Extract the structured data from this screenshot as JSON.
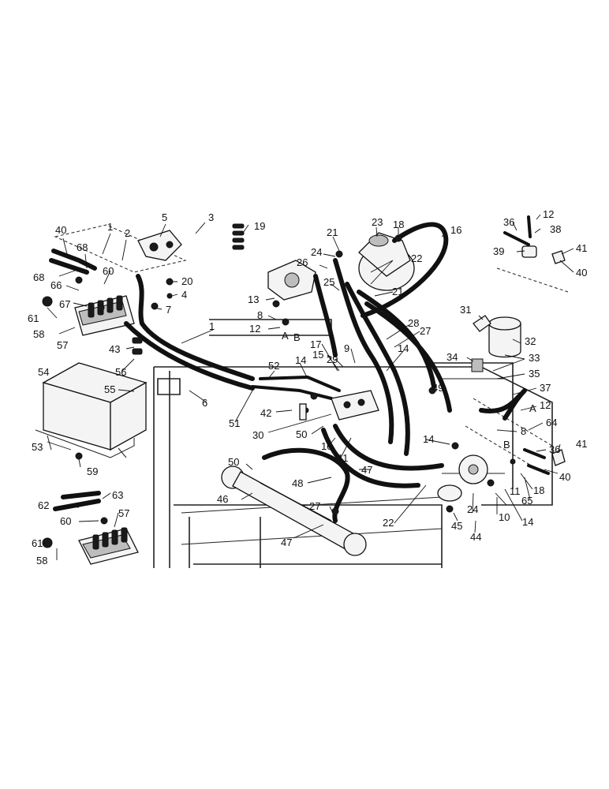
{
  "callouts": [
    {
      "id": "c40a",
      "text": "40"
    },
    {
      "id": "c1a",
      "text": "1"
    },
    {
      "id": "c2",
      "text": "2"
    },
    {
      "id": "c5",
      "text": "5"
    },
    {
      "id": "c3",
      "text": "3"
    },
    {
      "id": "c19",
      "text": "19"
    },
    {
      "id": "c68a",
      "text": "68"
    },
    {
      "id": "c68b",
      "text": "68"
    },
    {
      "id": "c60a",
      "text": "60"
    },
    {
      "id": "c20",
      "text": "20"
    },
    {
      "id": "c4",
      "text": "4"
    },
    {
      "id": "c66",
      "text": "66"
    },
    {
      "id": "c67",
      "text": "67"
    },
    {
      "id": "c61a",
      "text": "61"
    },
    {
      "id": "c7",
      "text": "7"
    },
    {
      "id": "c58a",
      "text": "58"
    },
    {
      "id": "c57a",
      "text": "57"
    },
    {
      "id": "c43",
      "text": "43"
    },
    {
      "id": "c1b",
      "text": "1"
    },
    {
      "id": "c56",
      "text": "56"
    },
    {
      "id": "c54",
      "text": "54"
    },
    {
      "id": "c55",
      "text": "55"
    },
    {
      "id": "c53",
      "text": "53"
    },
    {
      "id": "c59",
      "text": "59"
    },
    {
      "id": "c6",
      "text": "6"
    },
    {
      "id": "c51",
      "text": "51"
    },
    {
      "id": "c52",
      "text": "52"
    },
    {
      "id": "c42",
      "text": "42"
    },
    {
      "id": "c14a",
      "text": "14"
    },
    {
      "id": "c21a",
      "text": "21"
    },
    {
      "id": "c18a",
      "text": "18"
    },
    {
      "id": "c23",
      "text": "23"
    },
    {
      "id": "c16",
      "text": "16"
    },
    {
      "id": "c24a",
      "text": "24"
    },
    {
      "id": "c26",
      "text": "26"
    },
    {
      "id": "c22a",
      "text": "22"
    },
    {
      "id": "c13",
      "text": "13"
    },
    {
      "id": "c25",
      "text": "25"
    },
    {
      "id": "c21b",
      "text": "21"
    },
    {
      "id": "c8a",
      "text": "8"
    },
    {
      "id": "c12a",
      "text": "12"
    },
    {
      "id": "c28",
      "text": "28"
    },
    {
      "id": "c27a",
      "text": "27"
    },
    {
      "id": "c17",
      "text": "17"
    },
    {
      "id": "c15",
      "text": "15"
    },
    {
      "id": "c9",
      "text": "9"
    },
    {
      "id": "c29",
      "text": "29"
    },
    {
      "id": "c14b",
      "text": "14"
    },
    {
      "id": "c49",
      "text": "49"
    },
    {
      "id": "c30",
      "text": "30"
    },
    {
      "id": "c50a",
      "text": "50"
    },
    {
      "id": "c10a",
      "text": "10"
    },
    {
      "id": "c11a",
      "text": "11"
    },
    {
      "id": "c14c",
      "text": "14"
    },
    {
      "id": "c36a",
      "text": "36"
    },
    {
      "id": "c12b",
      "text": "12"
    },
    {
      "id": "c38",
      "text": "38"
    },
    {
      "id": "c39",
      "text": "39"
    },
    {
      "id": "c41a",
      "text": "41"
    },
    {
      "id": "c40b",
      "text": "40"
    },
    {
      "id": "c31",
      "text": "31"
    },
    {
      "id": "c32",
      "text": "32"
    },
    {
      "id": "c34",
      "text": "34"
    },
    {
      "id": "c33",
      "text": "33"
    },
    {
      "id": "c35",
      "text": "35"
    },
    {
      "id": "c37",
      "text": "37"
    },
    {
      "id": "c12c",
      "text": "12"
    },
    {
      "id": "c8b",
      "text": "8"
    },
    {
      "id": "c64",
      "text": "64"
    },
    {
      "id": "c36b",
      "text": "36"
    },
    {
      "id": "c41b",
      "text": "41"
    },
    {
      "id": "c40c",
      "text": "40"
    },
    {
      "id": "c65",
      "text": "65"
    },
    {
      "id": "c18b",
      "text": "18"
    },
    {
      "id": "c50b",
      "text": "50"
    },
    {
      "id": "c48",
      "text": "48"
    },
    {
      "id": "c47a",
      "text": "47"
    },
    {
      "id": "c46",
      "text": "46"
    },
    {
      "id": "c27b",
      "text": "27"
    },
    {
      "id": "c47b",
      "text": "47"
    },
    {
      "id": "c22b",
      "text": "22"
    },
    {
      "id": "c24b",
      "text": "24"
    },
    {
      "id": "c44",
      "text": "44"
    },
    {
      "id": "c10b",
      "text": "10"
    },
    {
      "id": "c11b",
      "text": "11"
    },
    {
      "id": "c14d",
      "text": "14"
    },
    {
      "id": "c45",
      "text": "45"
    },
    {
      "id": "c62",
      "text": "62"
    },
    {
      "id": "c63",
      "text": "63"
    },
    {
      "id": "c60b",
      "text": "60"
    },
    {
      "id": "c57b",
      "text": "57"
    },
    {
      "id": "c61b",
      "text": "61"
    },
    {
      "id": "c58b",
      "text": "58"
    }
  ],
  "port_labels": {
    "a1": "A",
    "b1": "B",
    "a2": "A",
    "b2": "B"
  }
}
